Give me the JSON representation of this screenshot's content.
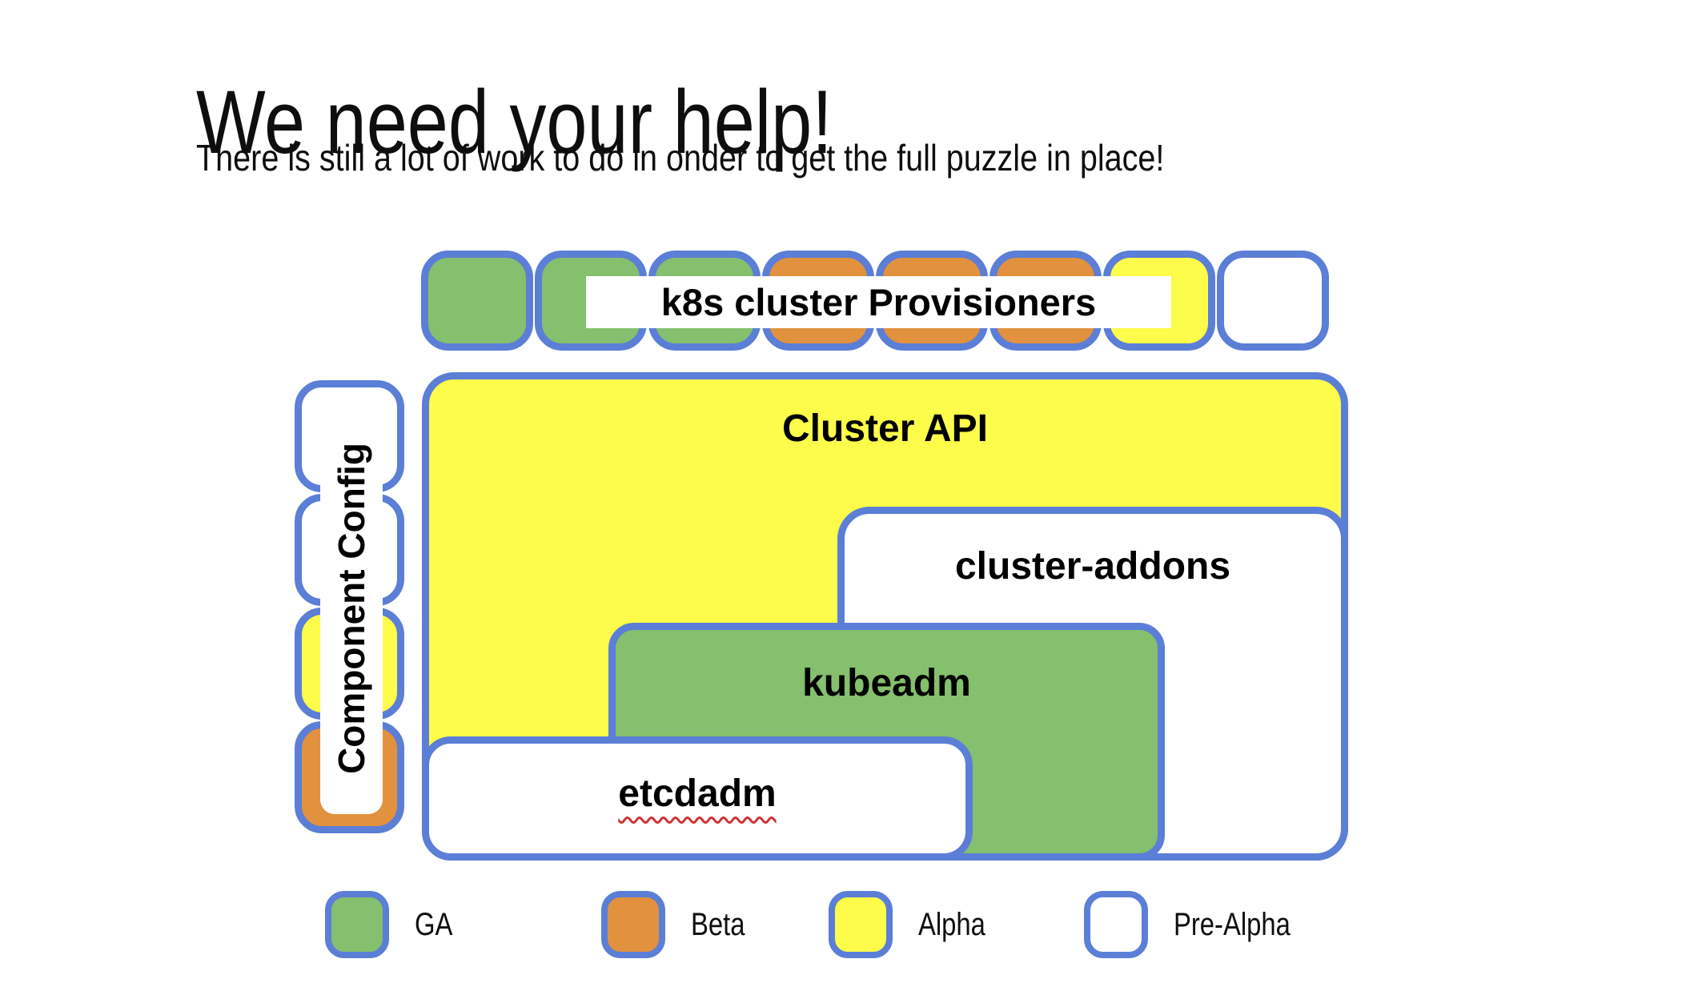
{
  "title": "We need your help!",
  "subtitle": "There is still a lot of work to do in onder to get the full puzzle in place!",
  "diagram": {
    "provisioners": {
      "label": "k8s cluster Provisioners",
      "pieces": [
        "GA",
        "GA",
        "GA",
        "Beta",
        "Beta",
        "Beta",
        "Alpha",
        "Pre-Alpha"
      ]
    },
    "component_config": {
      "label": "Component Config",
      "pieces": [
        "Pre-Alpha",
        "Pre-Alpha",
        "Alpha",
        "Beta"
      ]
    },
    "blocks": {
      "cluster_api": {
        "label": "Cluster API",
        "status": "Alpha"
      },
      "cluster_addons": {
        "label": "cluster-addons",
        "status": "Pre-Alpha"
      },
      "kubeadm": {
        "label": "kubeadm",
        "status": "GA"
      },
      "etcdadm": {
        "label": "etcdadm",
        "status": "Pre-Alpha",
        "spellcheck_underline": true
      }
    }
  },
  "legend": {
    "items": [
      {
        "label": "GA",
        "color": "#84c06d"
      },
      {
        "label": "Beta",
        "color": "#e2913e"
      },
      {
        "label": "Alpha",
        "color": "#fdfc4a"
      },
      {
        "label": "Pre-Alpha",
        "color": "#ffffff"
      }
    ]
  },
  "colors": {
    "border_blue": "#5b7ed7",
    "text_black": "#0e0e0e",
    "squiggle_red": "#cc3333"
  }
}
